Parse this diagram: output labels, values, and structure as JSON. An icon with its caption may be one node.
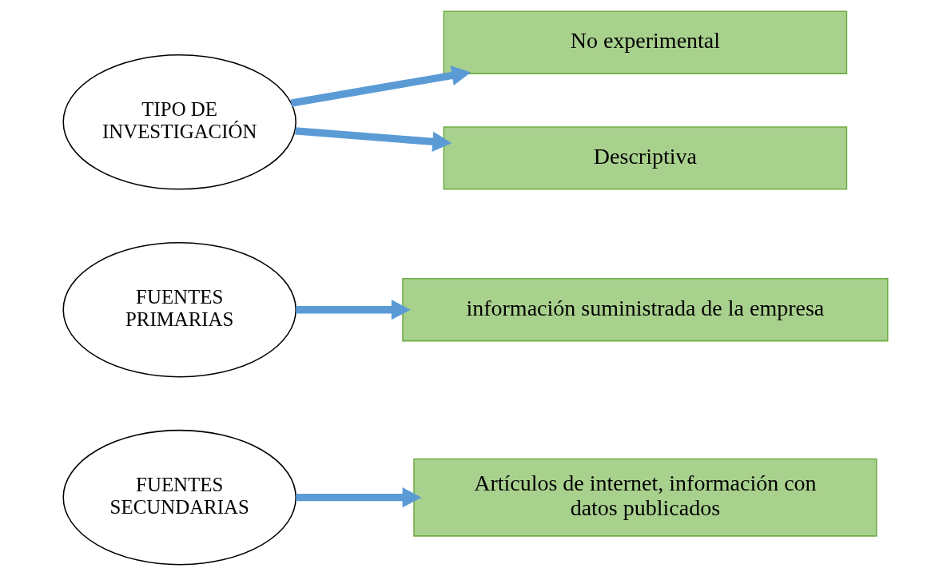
{
  "diagram": {
    "nodes": [
      {
        "text": [
          "TIPO DE INVESTIGACIÓN"
        ]
      },
      {
        "text": [
          "No experimental"
        ]
      },
      {
        "text": [
          "Descriptiva"
        ]
      },
      {
        "text": [
          "FUENTES PRIMARIAS"
        ]
      },
      {
        "text": [
          "información suministrada de la empresa"
        ]
      },
      {
        "text": [
          "FUENTES SECUNDARIAS"
        ]
      },
      {
        "text": [
          "Artículos de internet, información con datos publicados"
        ]
      }
    ],
    "edges": [
      {
        "from": 0,
        "to": 1,
        "arrow": "to"
      },
      {
        "from": 0,
        "to": 2,
        "arrow": "to"
      },
      {
        "from": 3,
        "to": 4,
        "arrow": "to"
      },
      {
        "from": 5,
        "to": 6,
        "arrow": "to"
      }
    ]
  }
}
